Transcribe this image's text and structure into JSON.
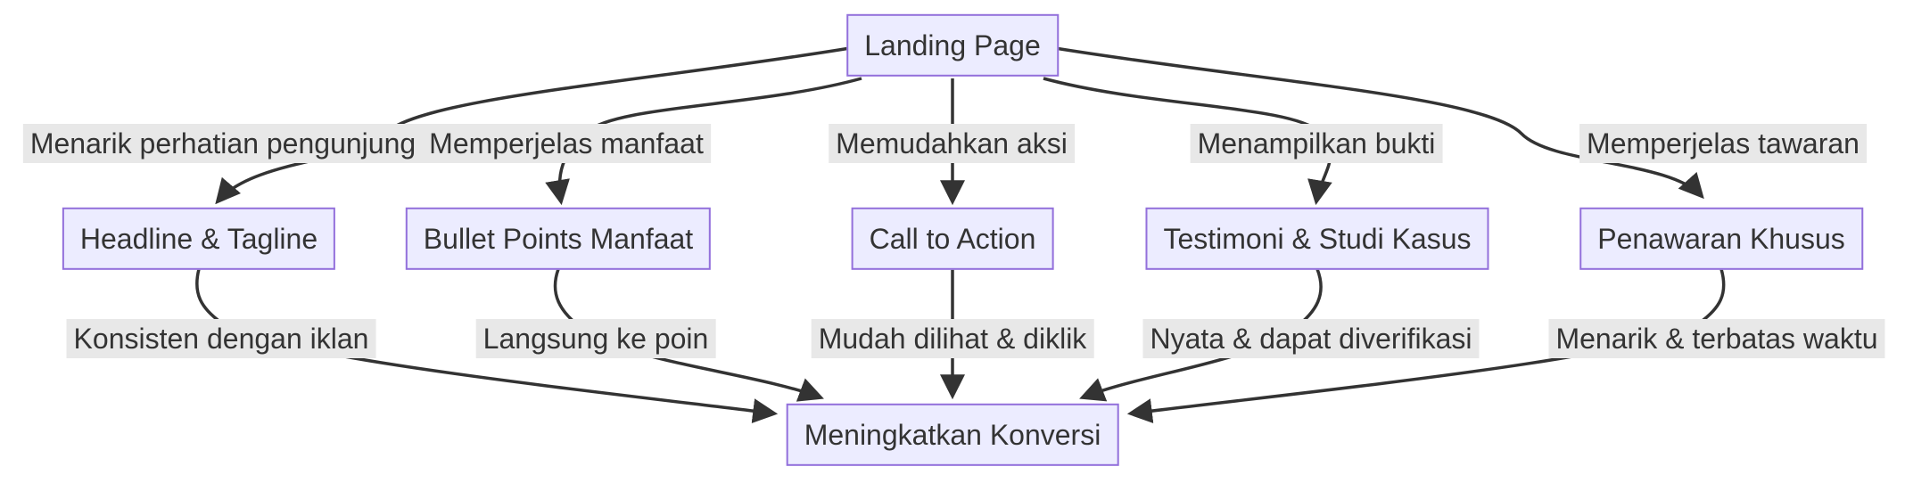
{
  "diagram": {
    "type": "flowchart",
    "root": {
      "label": "Landing Page"
    },
    "sink": {
      "label": "Meningkatkan Konversi"
    },
    "branches": [
      {
        "edge_in": "Menarik perhatian pengunjung",
        "node": "Headline & Tagline",
        "edge_out": "Konsisten dengan iklan"
      },
      {
        "edge_in": "Memperjelas manfaat",
        "node": "Bullet Points Manfaat",
        "edge_out": "Langsung ke poin"
      },
      {
        "edge_in": "Memudahkan aksi",
        "node": "Call to Action",
        "edge_out": "Mudah dilihat & diklik"
      },
      {
        "edge_in": "Menampilkan bukti",
        "node": "Testimoni & Studi Kasus",
        "edge_out": "Nyata & dapat diverifikasi"
      },
      {
        "edge_in": "Memperjelas tawaran",
        "node": "Penawaran Khusus",
        "edge_out": "Menarik & terbatas waktu"
      }
    ],
    "colors": {
      "node_fill": "#ECECFF",
      "node_border": "#9370DB",
      "edge_color": "#333333",
      "label_bg": "#e8e8e8",
      "text_color": "#333333",
      "background": "#ffffff"
    }
  }
}
